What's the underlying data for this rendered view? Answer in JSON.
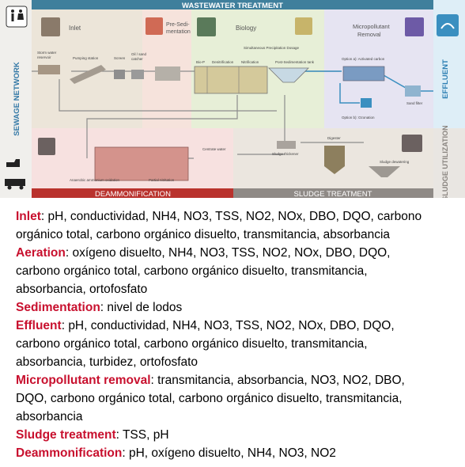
{
  "diagram": {
    "header": "WASTEWATER TREATMENT",
    "left_band": "SEWAGE NETWORK",
    "right_band": "EFFLUENT",
    "right_bottom_band": "SLUDGE UTILIZATION",
    "bottom_left": "DEAMMONIFICATION",
    "bottom_right": "SLUDGE TREATMENT",
    "sections": {
      "inlet": "Inlet",
      "presed_1": "Pre-Sedi-",
      "presed_2": "mentation",
      "biology": "Biology",
      "micro_1": "Micropollutant",
      "micro_2": "Removal"
    },
    "labels": {
      "storm": "Storm water",
      "storm2": "reservoir",
      "pumping": "Pumping station",
      "screen": "Screen",
      "oil": "Oil / sand",
      "oil2": "catcher",
      "simul": "Simultaneous Precipitation Dosage",
      "biop": "Bio-P",
      "denit": "Denitrification",
      "nitri": "Nitrification",
      "postsed": "Post-Sedimentation tank",
      "optiona": "Option a): Activated carbon",
      "optionb": "Option b): Ozonation",
      "sandfilter": "Sand filter",
      "centrate": "Centrate water",
      "digester": "Digester",
      "thickener": "Sludge thickener",
      "dewatering": "Sludge dewatering",
      "anaerobic": "Anaerobic ammonium oxidation",
      "partial": "Partial nitritation"
    }
  },
  "parameters": [
    {
      "label": "Inlet",
      "lines": [
        "pH, conductividad, NH4, NO3, TSS, NO2, NOx, DBO, DQO, carbono",
        "orgánico total, carbono orgánico disuelto, transmitancia, absorbancia"
      ]
    },
    {
      "label": "Aeration",
      "lines": [
        "oxígeno disuelto, NH4, NO3, TSS, NO2, NOx, DBO, DQO,",
        "carbono orgánico total, carbono orgánico disuelto, transmitancia,",
        "absorbancia, ortofosfato"
      ]
    },
    {
      "label": "Sedimentation",
      "lines": [
        "nivel de lodos"
      ]
    },
    {
      "label": "Effluent",
      "lines": [
        "pH, conductividad, NH4, NO3, TSS, NO2, NOx, DBO, DQO,",
        "carbono orgánico total, carbono orgánico disuelto, transmitancia,",
        "absorbancia, turbidez, ortofosfato"
      ]
    },
    {
      "label": "Micropollutant removal",
      "lines": [
        "transmitancia, absorbancia, NO3, NO2, DBO,",
        "DQO, carbono orgánico total, carbono orgánico disuelto, transmitancia,",
        "absorbancia"
      ]
    },
    {
      "label": "Sludge treatment",
      "lines": [
        "TSS, pH"
      ]
    },
    {
      "label": "Deammonification",
      "lines": [
        "pH, oxígeno disuelto, NH4, NO3, NO2"
      ]
    }
  ]
}
